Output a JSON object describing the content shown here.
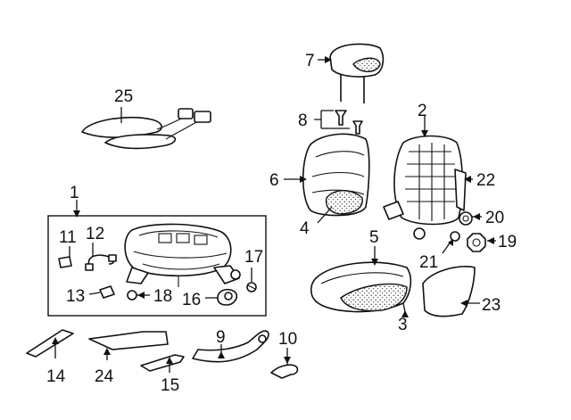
{
  "diagram": {
    "callouts": [
      "1",
      "2",
      "3",
      "4",
      "5",
      "6",
      "7",
      "8",
      "9",
      "10",
      "11",
      "12",
      "13",
      "14",
      "15",
      "16",
      "17",
      "18",
      "19",
      "20",
      "21",
      "22",
      "23",
      "24",
      "25"
    ]
  },
  "colors": {
    "line": "#111111",
    "background": "#ffffff"
  }
}
